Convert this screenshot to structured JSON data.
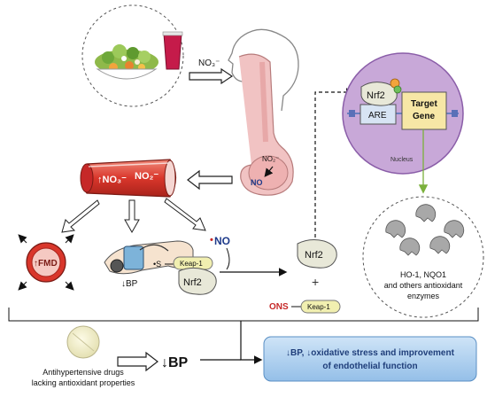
{
  "colors": {
    "vessel": "#d9362b",
    "vessel_dark": "#a8231b",
    "nucleus_fill": "#c8a8d8",
    "nucleus_stroke": "#8a5da8",
    "target_gene": "#f7e7a6",
    "are_box": "#d7e4f4",
    "nrf2_shape": "#e8e8d8",
    "keap1": "#f1efb0",
    "result_box": "#a9cdee",
    "result_text": "#1f3e7a",
    "no_red": "#c62828",
    "no_blue": "#1e3a8a",
    "green_arrow": "#7bb13c",
    "tract": "#f1c3c3",
    "tract_stroke": "#b77b7b"
  },
  "icons": [
    "salad-bowl-icon",
    "juice-glass-icon",
    "head-outline-icon",
    "stomach-icon",
    "blood-vessel-icon",
    "fmd-circle-icon",
    "bp-cuff-icon",
    "pill-icon",
    "enzyme-icon"
  ],
  "diet": {
    "nitrate_label": "NO₃⁻"
  },
  "stomach": {
    "nitrite": "NO₂⁻",
    "no": "NO"
  },
  "vessel": {
    "nitrate": "↑NO₃⁻",
    "nitrite": "NO₂⁻"
  },
  "effects": {
    "fmd": "↑FMD",
    "bp": "↓BP"
  },
  "radical": {
    "no_dot": "•",
    "no_text": "NO",
    "s_dot": "•S",
    "keap1": "Keap-1",
    "nrf2": "Nrf2"
  },
  "free_nrf2": "Nrf2",
  "plus": "+",
  "ons": {
    "ons": "ONS",
    "keap1": "Keap-1"
  },
  "nucleus": {
    "nrf2": "Nrf2",
    "are": "ARE",
    "target_line1": "Target",
    "target_line2": "Gene",
    "label": "Nucleus"
  },
  "enzymes": {
    "line1": "HO-1, NQO1",
    "line2": "and others antioxidant",
    "line3": "enzymes"
  },
  "drug": {
    "line1": "Antihypertensive drugs",
    "line2": "lacking antioxidant properties"
  },
  "bp_down": "↓BP",
  "result": {
    "line1": "↓BP, ↓oxidative stress and improvement",
    "line2": "of endothelial function"
  }
}
